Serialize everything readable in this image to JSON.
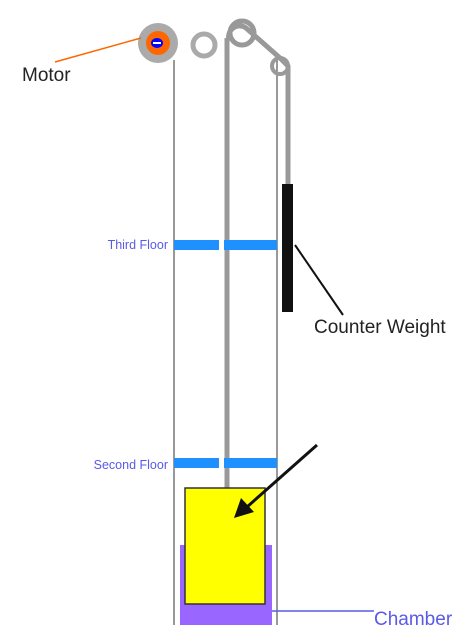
{
  "labels": {
    "motor": "Motor",
    "counter_weight": "Counter Weight",
    "third_floor": "Third Floor",
    "second_floor": "Second Floor",
    "chamber": "Chamber"
  },
  "colors": {
    "shaft_outline": "#333333",
    "cable": "#999999",
    "floor_marker": "#1e90ff",
    "floor_label": "#5a5ae6",
    "counter_weight": "#111111",
    "motor_outer": "#aaaaaa",
    "motor_inner": "#ff6600",
    "motor_core": "#0000ff",
    "motor_pointer": "#ff6600",
    "elevator_car": "#ffff00",
    "car_outline": "#333333",
    "chamber": "#9966ff",
    "chamber_label": "#5a5ae6",
    "arrow": "#111111"
  }
}
